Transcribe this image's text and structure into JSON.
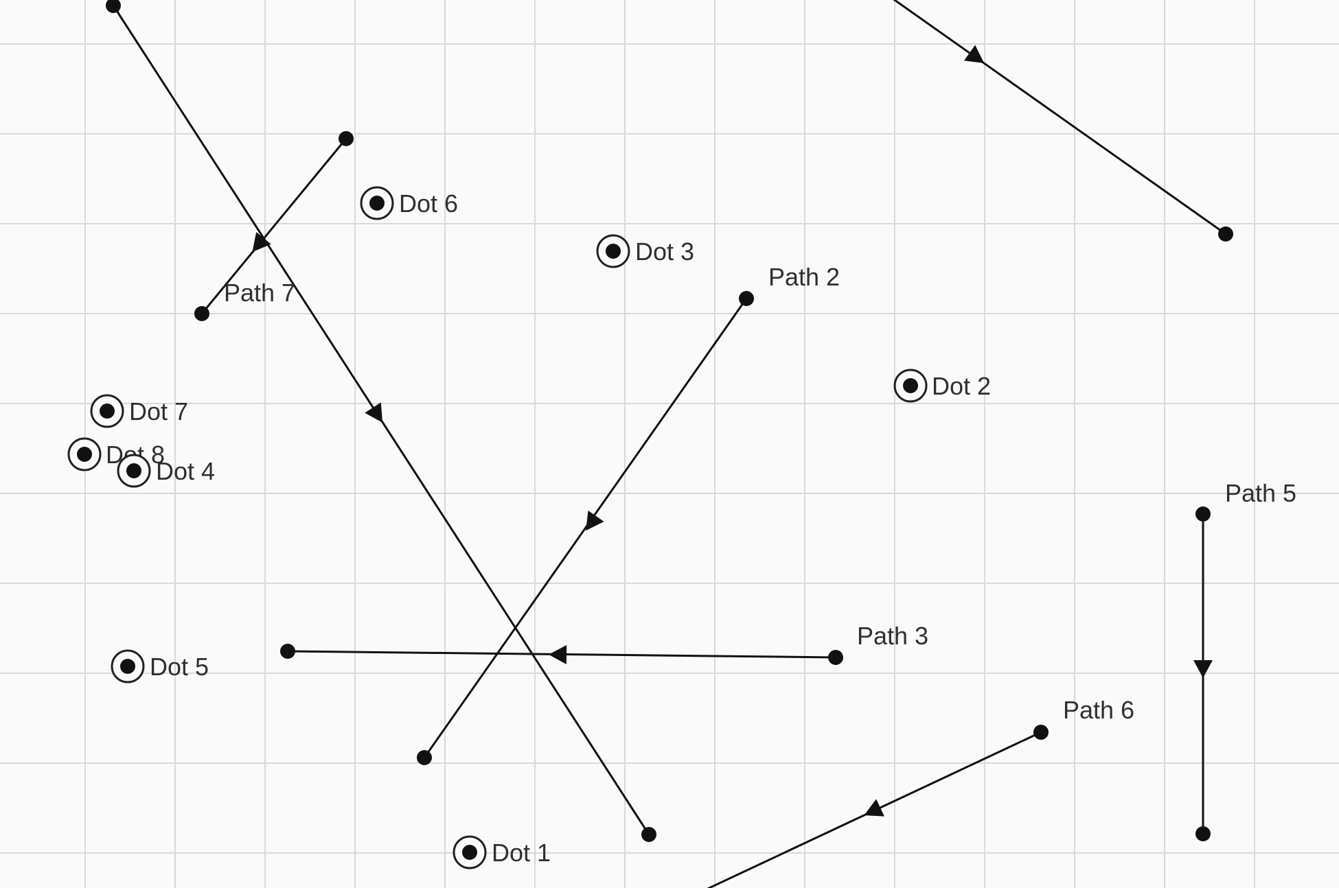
{
  "colors": {
    "background": "#fafafa",
    "grid": "#d9d9d9",
    "stroke": "#111111",
    "label": "#2f2f2f"
  },
  "icons": {
    "dot": "target-dot-icon",
    "endpoint": "endpoint-dot-icon",
    "arrow": "arrowhead-icon"
  },
  "dots": [
    {
      "id": "dot-1",
      "label": "Dot 1"
    },
    {
      "id": "dot-2",
      "label": "Dot 2"
    },
    {
      "id": "dot-3",
      "label": "Dot 3"
    },
    {
      "id": "dot-4",
      "label": "Dot 4"
    },
    {
      "id": "dot-5",
      "label": "Dot 5"
    },
    {
      "id": "dot-6",
      "label": "Dot 6"
    },
    {
      "id": "dot-7",
      "label": "Dot 7"
    },
    {
      "id": "dot-8",
      "label": "Dot 8"
    }
  ],
  "paths": [
    {
      "id": "path-1",
      "label": ""
    },
    {
      "id": "path-2",
      "label": "Path 2"
    },
    {
      "id": "path-3",
      "label": "Path 3"
    },
    {
      "id": "path-4",
      "label": ""
    },
    {
      "id": "path-5",
      "label": "Path 5"
    },
    {
      "id": "path-6",
      "label": "Path 6"
    },
    {
      "id": "path-7",
      "label": "Path 7"
    }
  ]
}
